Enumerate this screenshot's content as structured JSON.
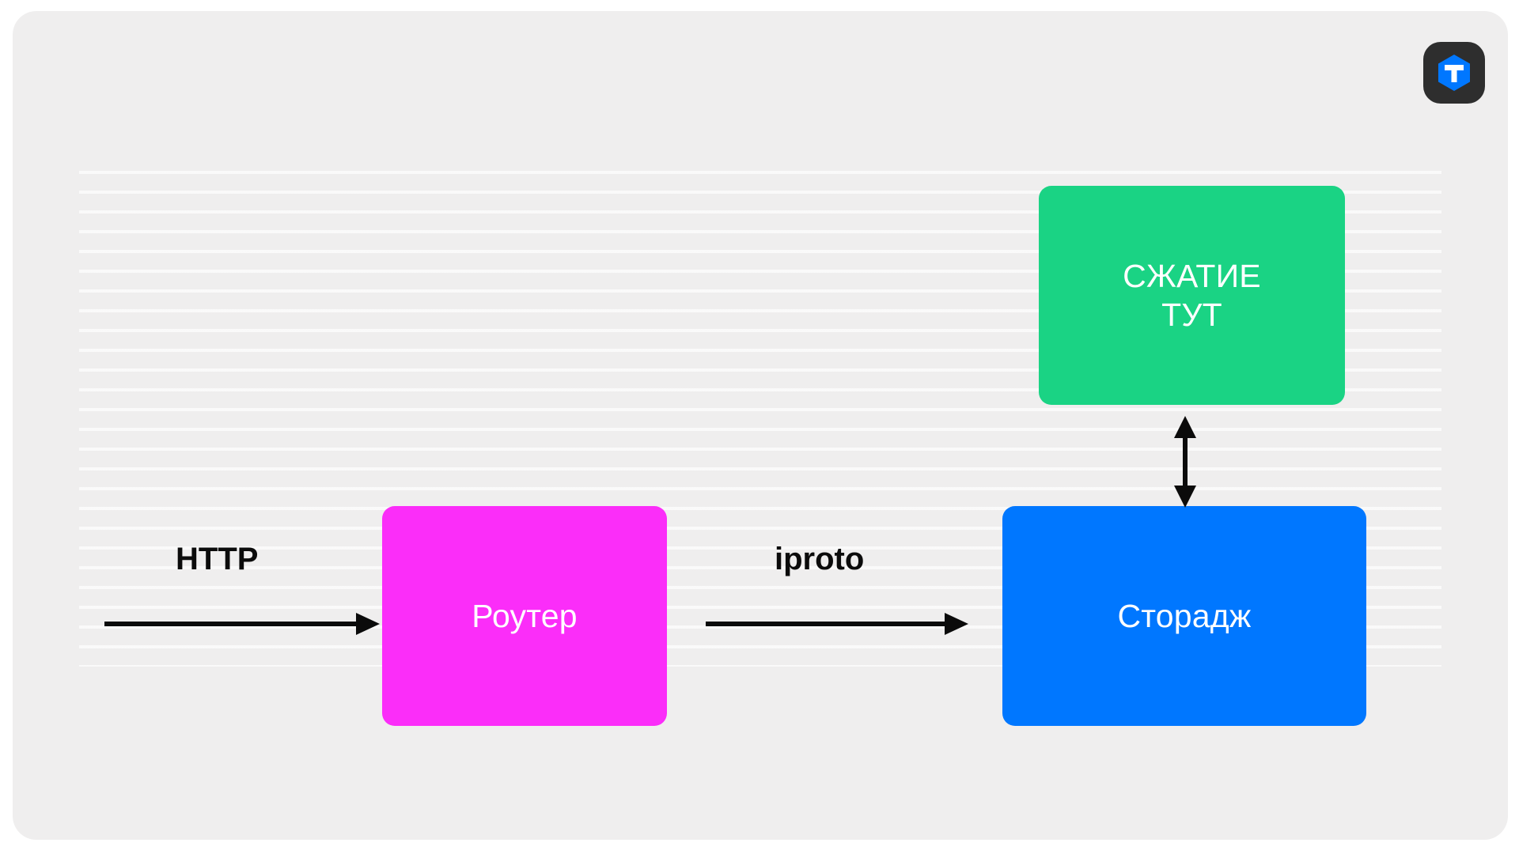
{
  "diagram": {
    "title": "",
    "background_color": "#efeeee",
    "page_color": "#ffffff",
    "nodes": [
      {
        "id": "compression",
        "label": "СЖАТИЕ\nТУТ",
        "label_line1": "СЖАТИЕ",
        "label_line2": "ТУТ",
        "color": "#1ad384",
        "text_color": "#ffffff"
      },
      {
        "id": "router",
        "label": "Роутер",
        "color": "#fb2df9",
        "text_color": "#ffffff"
      },
      {
        "id": "storage",
        "label": "Сторадж",
        "color": "#0077ff",
        "text_color": "#ffffff"
      }
    ],
    "edges": [
      {
        "id": "http-to-router",
        "label": "HTTP",
        "from": "external-client",
        "to": "router",
        "direction": "one-way",
        "color": "#0b0b0b"
      },
      {
        "id": "router-to-storage",
        "label": "iproto",
        "from": "router",
        "to": "storage",
        "direction": "one-way",
        "color": "#0b0b0b"
      },
      {
        "id": "compression-to-storage",
        "label": "",
        "from": "compression",
        "to": "storage",
        "direction": "two-way",
        "color": "#0b0b0b"
      }
    ]
  },
  "logo": {
    "name": "tarantool-logo",
    "badge_color": "#2e2e2e",
    "hex_color": "#0077ff",
    "letter": "T",
    "letter_color": "#ffffff"
  }
}
